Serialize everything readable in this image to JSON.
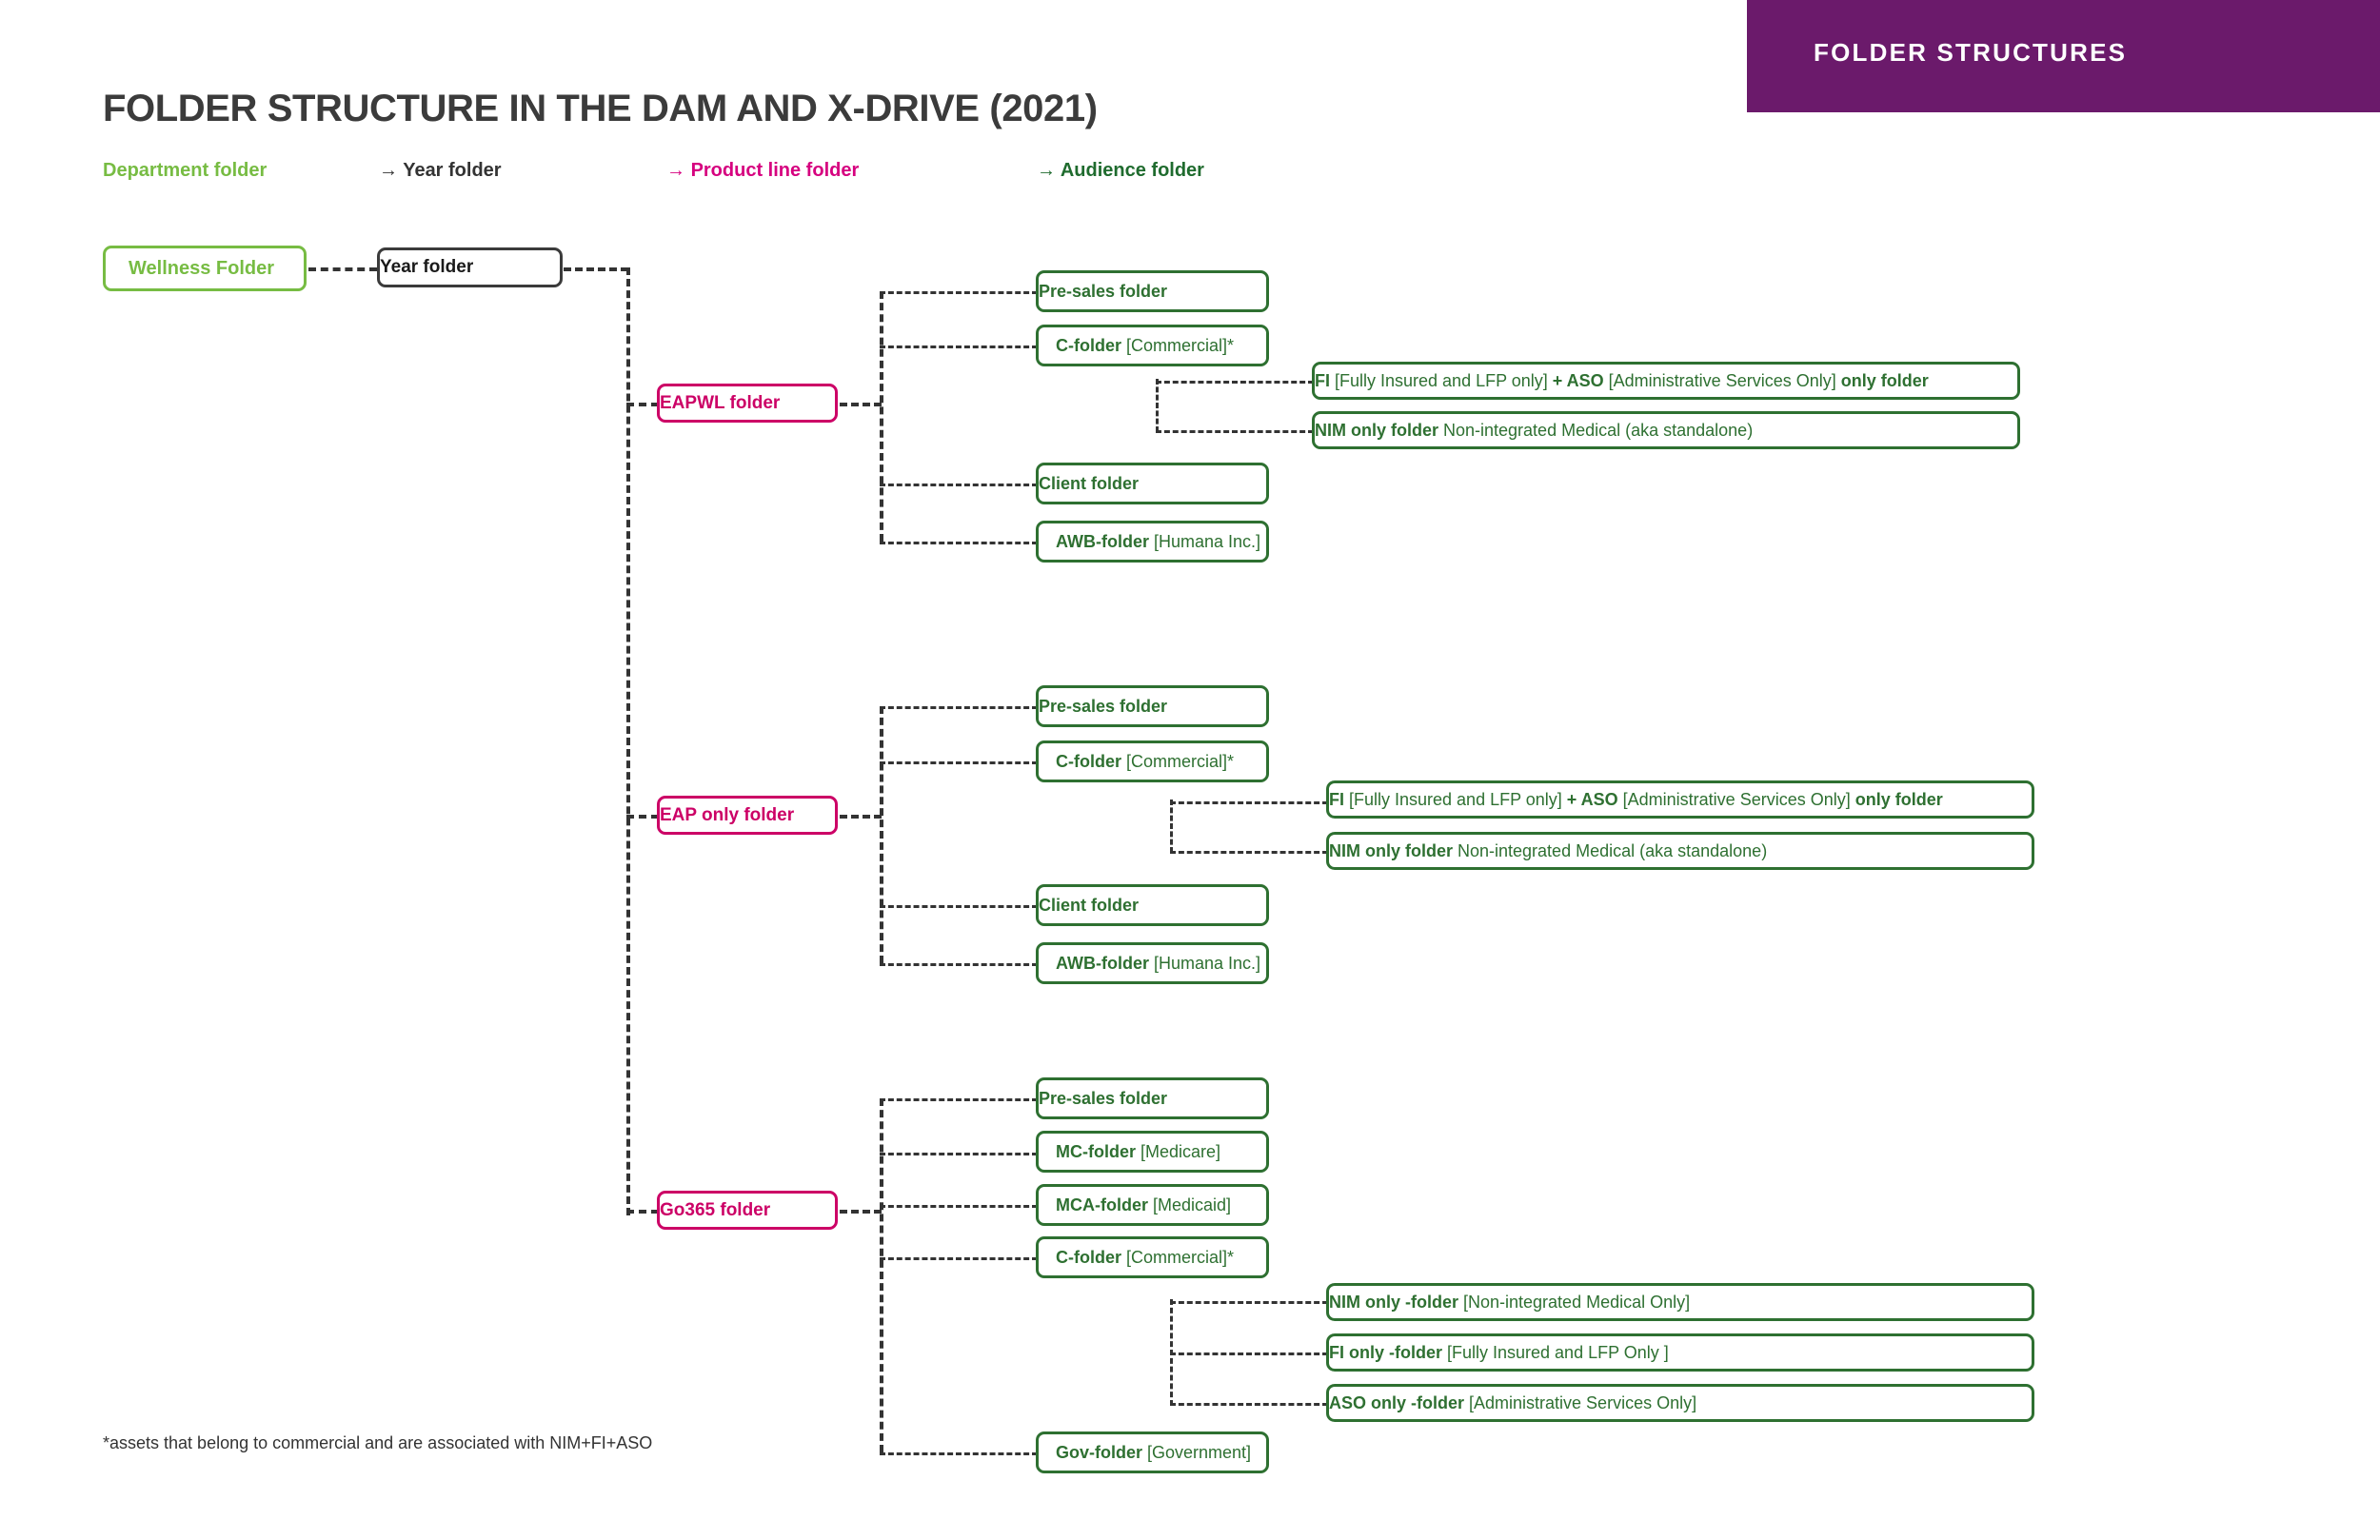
{
  "banner": {
    "title": "FOLDER STRUCTURES",
    "color": "#6B1A6B"
  },
  "page": {
    "title": "FOLDER STRUCTURE IN THE DAM AND X-DRIVE (2021)",
    "footnote": "*assets that belong to commercial and are associated with NIM+FI+ASO"
  },
  "legend": {
    "items": [
      {
        "label": "Department folder",
        "arrow": "",
        "color": "#77BC43"
      },
      {
        "label": "Year folder",
        "arrow": "→ ",
        "color": "#333333"
      },
      {
        "label": "Product line folder",
        "arrow": "→ ",
        "color": "#D6007F"
      },
      {
        "label": "Audience folder",
        "arrow": "→ ",
        "color": "#1F6B2E"
      }
    ]
  },
  "root": {
    "department": {
      "label": "Wellness Folder"
    },
    "year": {
      "label": "Year folder"
    }
  },
  "branches": [
    {
      "product": {
        "label": "EAPWL folder"
      },
      "children": [
        {
          "bold": "Pre-sales folder",
          "plain": ""
        },
        {
          "bold": "C-folder",
          "plain": " [Commercial]*"
        },
        {
          "bold": "Client folder",
          "plain": ""
        },
        {
          "bold": "AWB-folder",
          "plain": " [Humana Inc.]"
        }
      ],
      "sub": [
        {
          "seg1b": "FI",
          "seg1n": " [Fully Insured and LFP only]",
          "seg2b": "  +  ASO",
          "seg2n": "  [Administrative Services Only] ",
          "seg3b": "only folder"
        },
        {
          "seg1b": "NIM only folder",
          "seg1n": " Non-integrated Medical (aka standalone)",
          "seg2b": "",
          "seg2n": "",
          "seg3b": ""
        }
      ]
    },
    {
      "product": {
        "label": "EAP only folder"
      },
      "children": [
        {
          "bold": "Pre-sales folder",
          "plain": ""
        },
        {
          "bold": "C-folder",
          "plain": " [Commercial]*"
        },
        {
          "bold": "Client folder",
          "plain": ""
        },
        {
          "bold": "AWB-folder",
          "plain": " [Humana Inc.]"
        }
      ],
      "sub": [
        {
          "seg1b": "FI",
          "seg1n": " [Fully Insured and LFP only]",
          "seg2b": "  +  ASO",
          "seg2n": "  [Administrative Services Only] ",
          "seg3b": "only folder"
        },
        {
          "seg1b": "NIM only folder",
          "seg1n": " Non-integrated Medical (aka standalone)",
          "seg2b": "",
          "seg2n": "",
          "seg3b": ""
        }
      ]
    },
    {
      "product": {
        "label": "Go365 folder"
      },
      "children": [
        {
          "bold": "Pre-sales folder",
          "plain": ""
        },
        {
          "bold": "MC-folder",
          "plain": " [Medicare]"
        },
        {
          "bold": "MCA-folder",
          "plain": " [Medicaid]"
        },
        {
          "bold": "C-folder",
          "plain": " [Commercial]*"
        },
        {
          "bold": "Gov-folder",
          "plain": " [Government]"
        }
      ],
      "sub": [
        {
          "seg1b": "NIM only -folder",
          "seg1n": " [Non-integrated Medical Only]",
          "seg2b": "",
          "seg2n": "",
          "seg3b": ""
        },
        {
          "seg1b": "FI only -folder",
          "seg1n": " [Fully Insured and LFP Only ]",
          "seg2b": "",
          "seg2n": "",
          "seg3b": ""
        },
        {
          "seg1b": "ASO only -folder",
          "seg1n": " [Administrative Services Only]",
          "seg2b": "",
          "seg2n": "",
          "seg3b": ""
        }
      ]
    }
  ],
  "colors": {
    "department_green": "#77BC43",
    "audience_green": "#2E7031",
    "product_pink": "#CC0066",
    "banner_purple": "#6B1A6B",
    "line_gray": "#333333"
  }
}
